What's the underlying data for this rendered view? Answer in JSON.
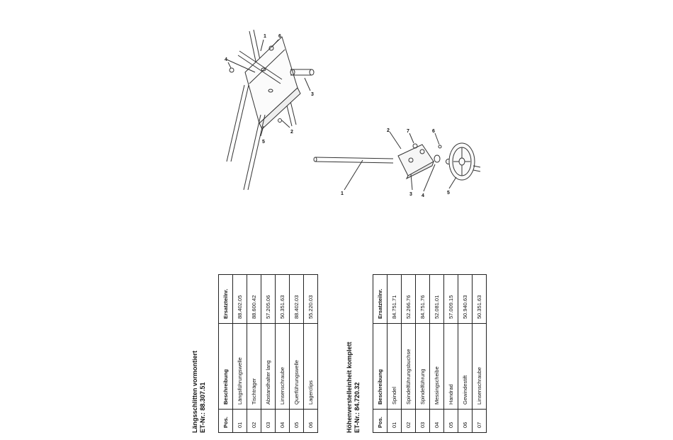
{
  "table1": {
    "title": "Längsschlitten vormontiert",
    "et": "ET-Nr.: 88.307.51",
    "headers": {
      "pos": "Pos.",
      "desc": "Beschreibung",
      "nr": "Ersatzteilnr."
    },
    "rows": [
      {
        "pos": "01",
        "desc": "Längsführungswelle",
        "nr": "88.402.05"
      },
      {
        "pos": "02",
        "desc": "Tischträger",
        "nr": "88.600.42"
      },
      {
        "pos": "03",
        "desc": "Abstandhalter lang",
        "nr": "57.205.06"
      },
      {
        "pos": "04",
        "desc": "Linsenschraube",
        "nr": "50.351.63"
      },
      {
        "pos": "05",
        "desc": "Querführungswelle",
        "nr": "88.402.03"
      },
      {
        "pos": "06",
        "desc": "Lagerclips",
        "nr": "55.220.03"
      }
    ]
  },
  "table2": {
    "title": "Höhenverstelleinheit komplett",
    "et": "ET-Nr.: 84.720.32",
    "headers": {
      "pos": "Pos.",
      "desc": "Beschreibung",
      "nr": "Ersatzteilnr."
    },
    "rows": [
      {
        "pos": "01",
        "desc": "Spindel",
        "nr": "84.751.71"
      },
      {
        "pos": "02",
        "desc": "Spindelführungsbuchse",
        "nr": "52.266.76"
      },
      {
        "pos": "03",
        "desc": "Spindelführung",
        "nr": "84.751.76"
      },
      {
        "pos": "04",
        "desc": "Messingscheibe",
        "nr": "52.081.01"
      },
      {
        "pos": "05",
        "desc": "Handrad",
        "nr": "57.009.15"
      },
      {
        "pos": "06",
        "desc": "Gewindestift",
        "nr": "50.940.63"
      },
      {
        "pos": "07",
        "desc": "Linsenschraube",
        "nr": "50.351.63"
      }
    ]
  },
  "drawing1_callouts": [
    "1",
    "6",
    "4",
    "3",
    "2",
    "5"
  ],
  "drawing2_callouts": [
    "2",
    "7",
    "6",
    "1",
    "3",
    "4",
    "5"
  ]
}
